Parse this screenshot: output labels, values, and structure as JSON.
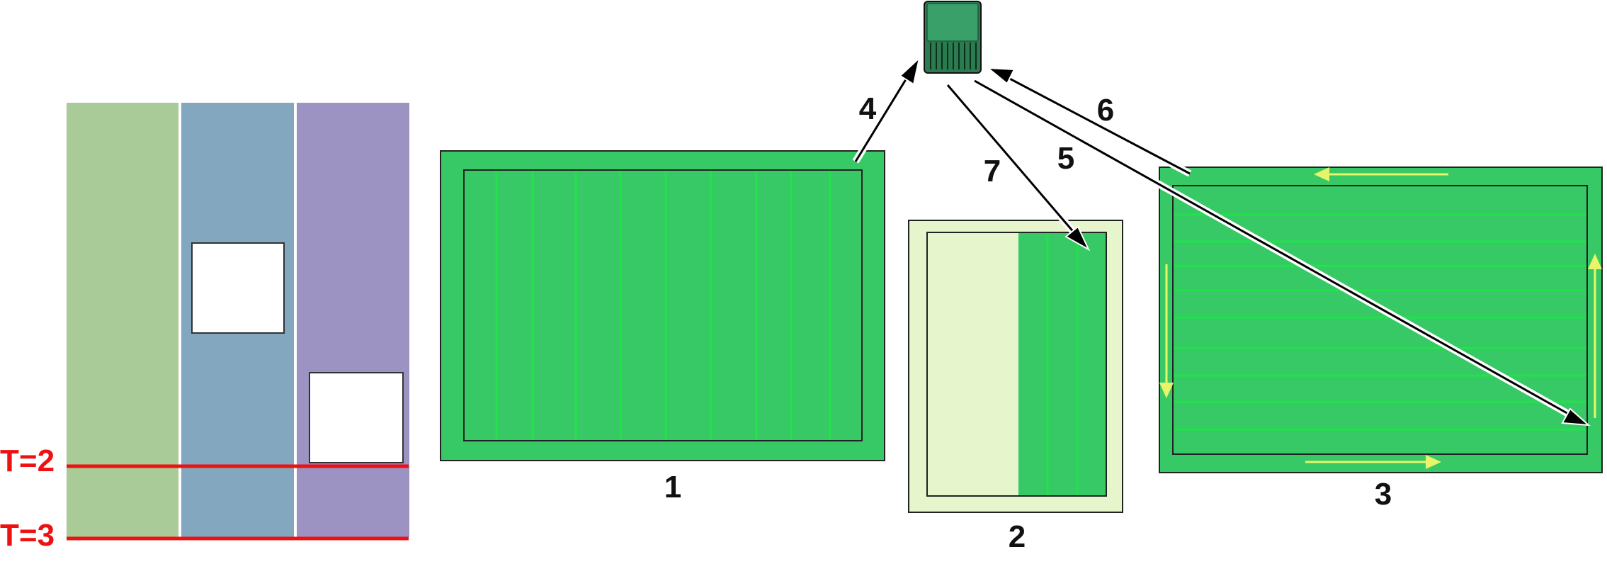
{
  "labels": {
    "t2": "T=2",
    "t3": "T=3",
    "box1": "1",
    "box2": "2",
    "box3": "3",
    "arrow4": "4",
    "arrow5": "5",
    "arrow6": "6",
    "arrow7": "7"
  },
  "colors": {
    "column_green": "#a9cb97",
    "column_blue": "#84a7c0",
    "column_purple": "#9c93c3",
    "time_line_red": "#ee1111",
    "field_green": "#37c965",
    "field_stripe": "#22e24a",
    "pale_green": "#e7f5cc",
    "device_green": "#2f9a63",
    "trajectory_yellow": "#e8f56a",
    "outline": "#1a1a1a"
  },
  "icons": {
    "device": "memory-device-icon"
  }
}
